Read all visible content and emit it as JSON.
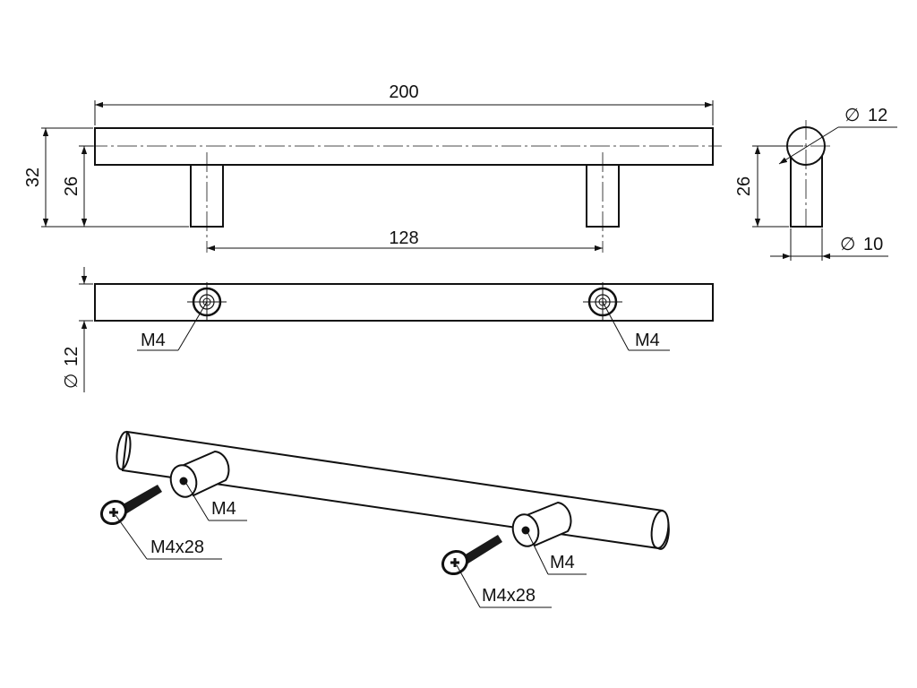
{
  "front_view": {
    "length_label": "200",
    "center_distance_label": "128",
    "overall_height_label": "32",
    "leg_height_label": "26"
  },
  "side_view": {
    "bar_diameter_label": "12",
    "leg_height_label": "26",
    "leg_diameter_label": "10"
  },
  "top_view": {
    "thread_left_label": "M4",
    "thread_right_label": "M4",
    "bar_diameter_label": "12"
  },
  "iso_view": {
    "thread_left_label": "M4",
    "thread_right_label": "M4",
    "screw_left_label": "M4x28",
    "screw_right_label": "M4x28"
  },
  "symbols": {
    "diameter_symbol": "∅"
  }
}
